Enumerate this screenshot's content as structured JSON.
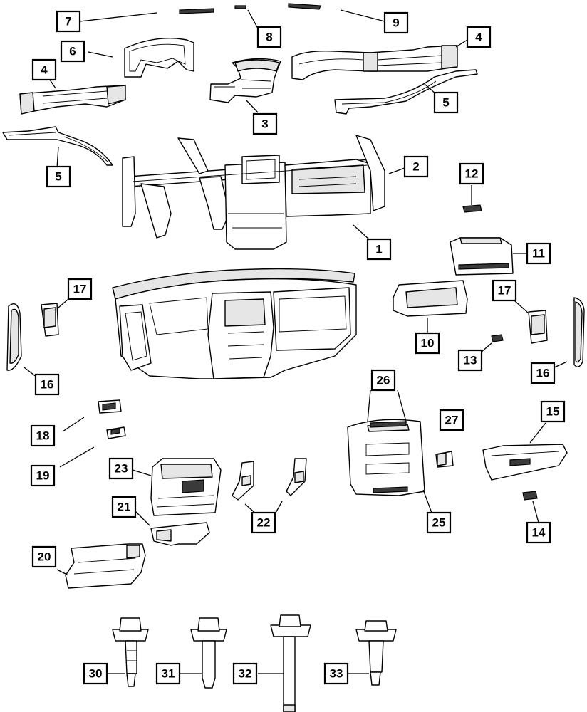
{
  "colors": {
    "line": "#000000",
    "background": "#ffffff",
    "part_shade": "#e6e6e6"
  },
  "callouts": [
    {
      "id": "c7",
      "label": "7"
    },
    {
      "id": "c8",
      "label": "8"
    },
    {
      "id": "c9",
      "label": "9"
    },
    {
      "id": "c6",
      "label": "6"
    },
    {
      "id": "c4a",
      "label": "4"
    },
    {
      "id": "c4b",
      "label": "4"
    },
    {
      "id": "c3",
      "label": "3"
    },
    {
      "id": "c5a",
      "label": "5"
    },
    {
      "id": "c5b",
      "label": "5"
    },
    {
      "id": "c2",
      "label": "2"
    },
    {
      "id": "c12",
      "label": "12"
    },
    {
      "id": "c1",
      "label": "1"
    },
    {
      "id": "c11",
      "label": "11"
    },
    {
      "id": "c17a",
      "label": "17"
    },
    {
      "id": "c17b",
      "label": "17"
    },
    {
      "id": "c10",
      "label": "10"
    },
    {
      "id": "c13",
      "label": "13"
    },
    {
      "id": "c16a",
      "label": "16"
    },
    {
      "id": "c16b",
      "label": "16"
    },
    {
      "id": "c26",
      "label": "26"
    },
    {
      "id": "c27",
      "label": "27"
    },
    {
      "id": "c15",
      "label": "15"
    },
    {
      "id": "c18",
      "label": "18"
    },
    {
      "id": "c19",
      "label": "19"
    },
    {
      "id": "c23",
      "label": "23"
    },
    {
      "id": "c21",
      "label": "21"
    },
    {
      "id": "c22",
      "label": "22"
    },
    {
      "id": "c25",
      "label": "25"
    },
    {
      "id": "c14",
      "label": "14"
    },
    {
      "id": "c20",
      "label": "20"
    },
    {
      "id": "c30",
      "label": "30"
    },
    {
      "id": "c31",
      "label": "31"
    },
    {
      "id": "c32",
      "label": "32"
    },
    {
      "id": "c33",
      "label": "33"
    }
  ]
}
